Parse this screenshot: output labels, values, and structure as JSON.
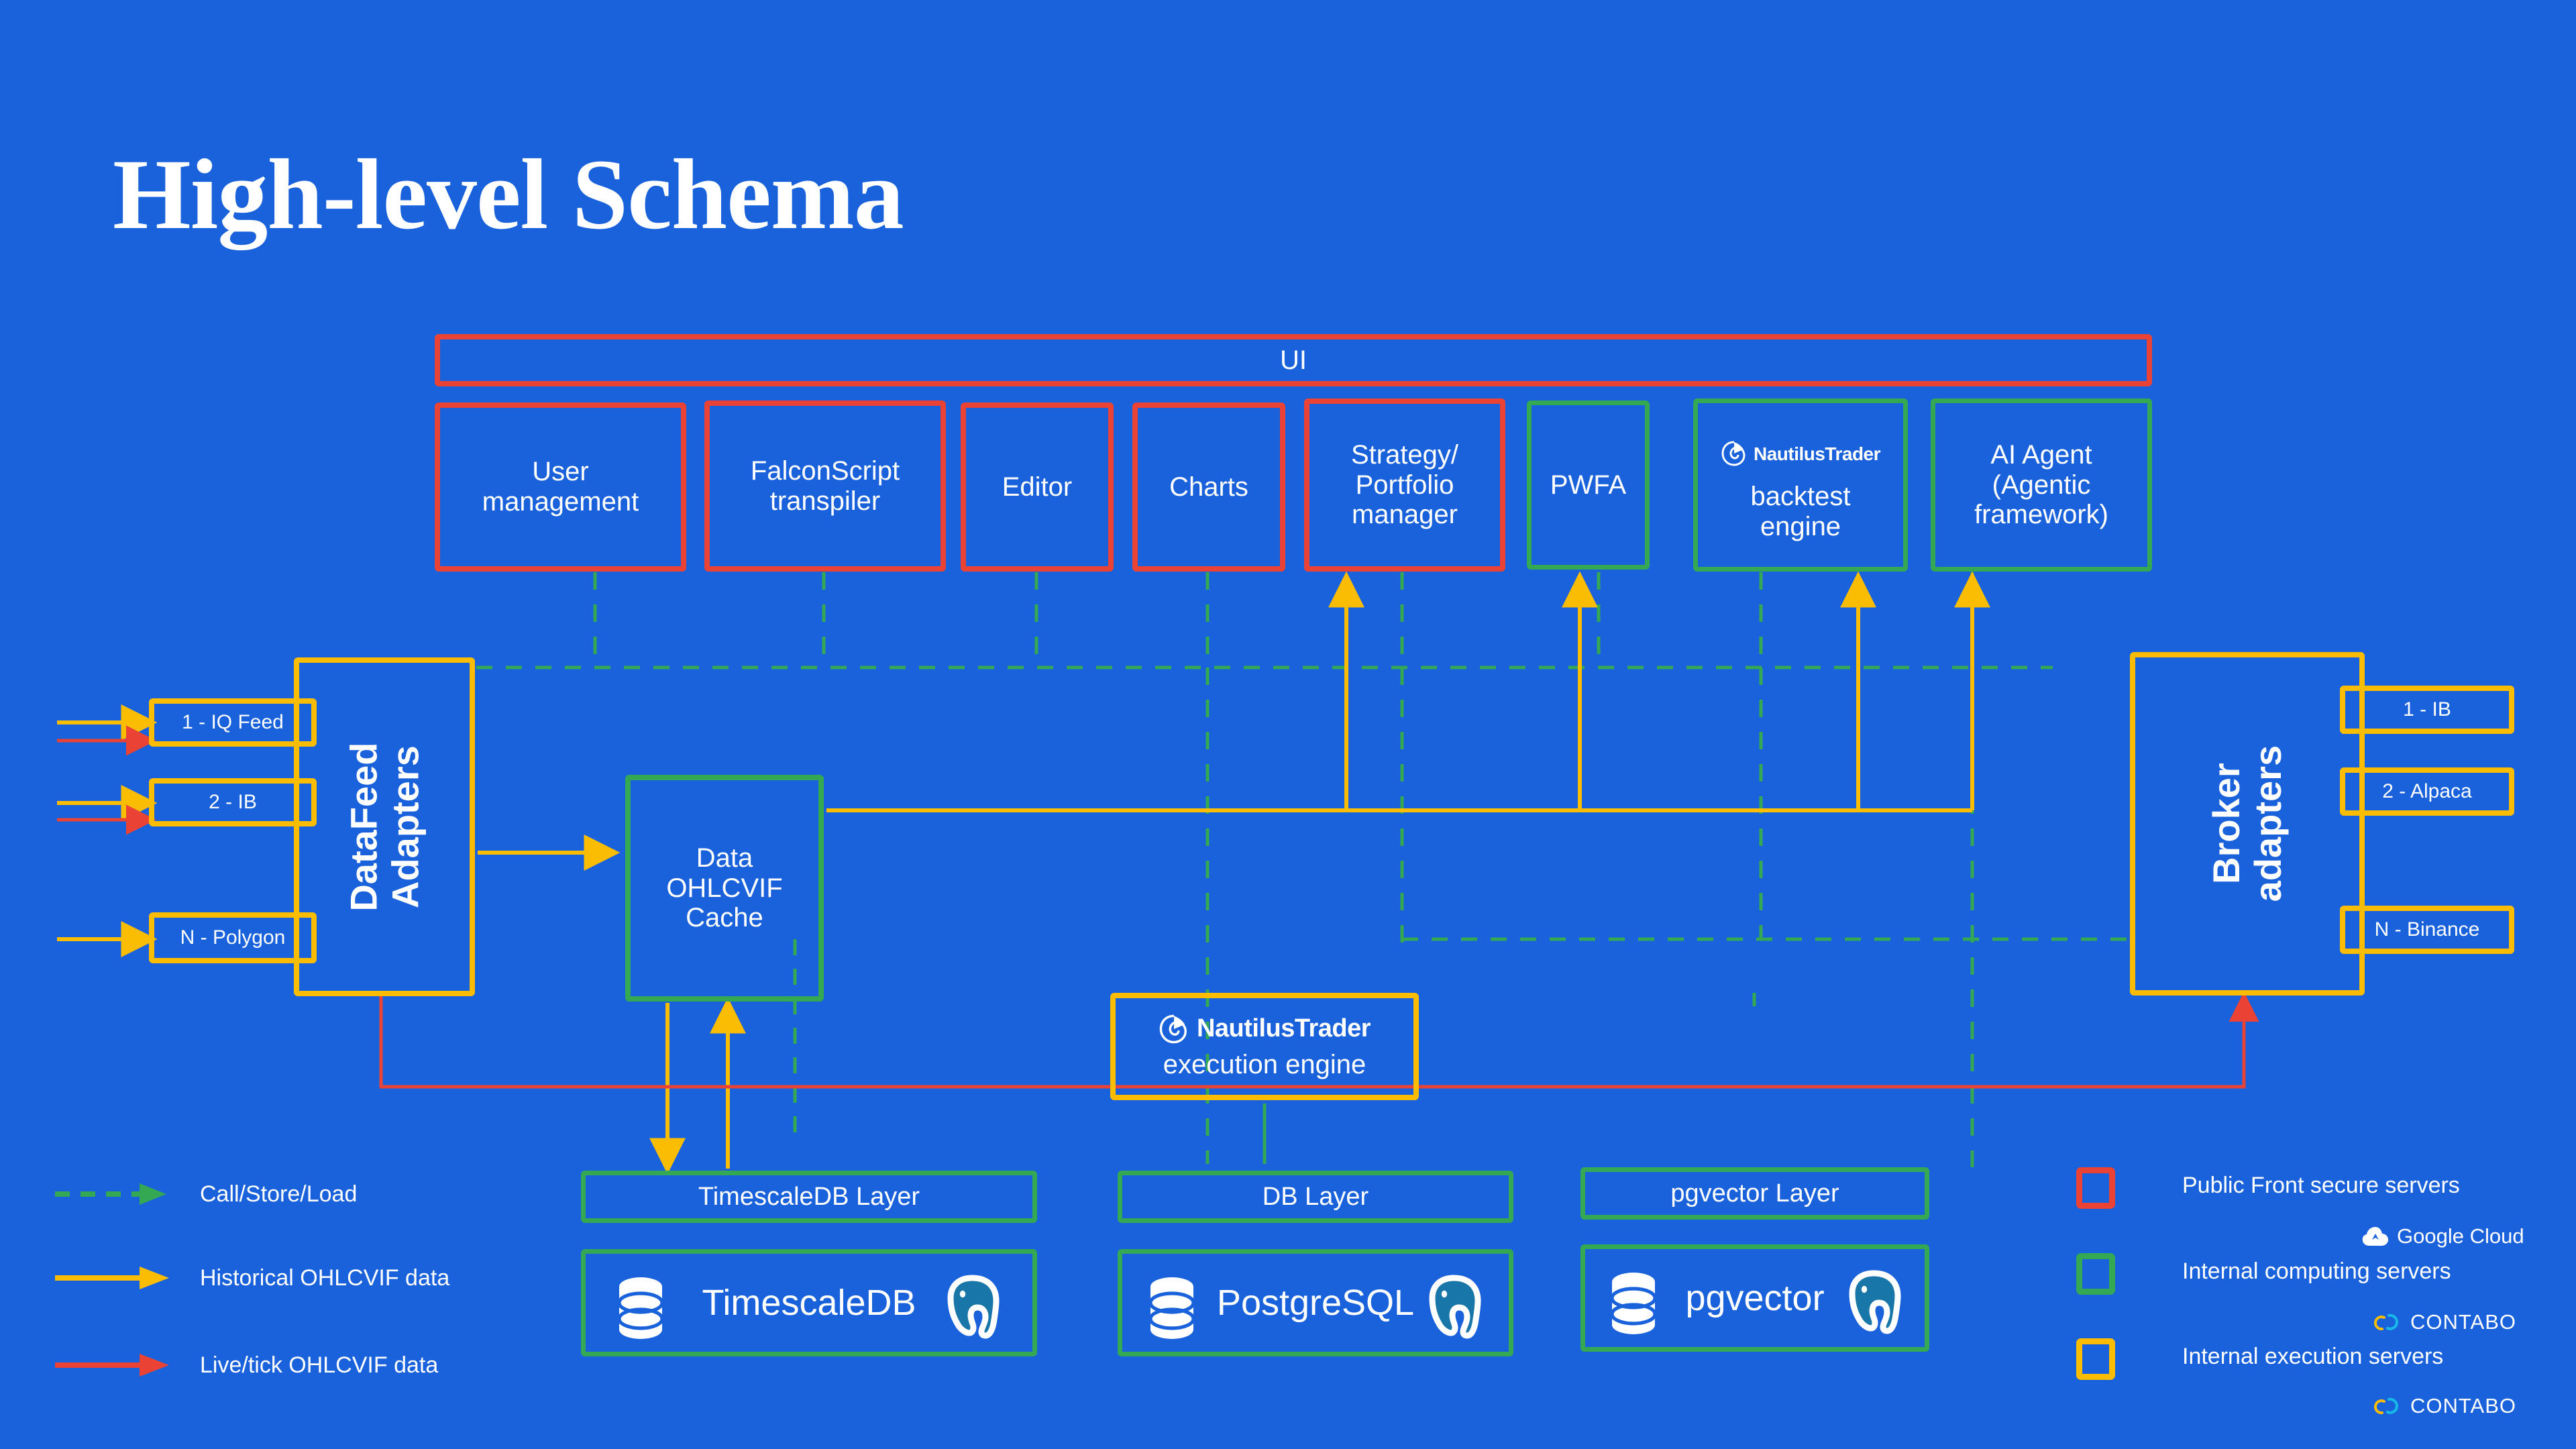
{
  "title": "High-level Schema",
  "colors": {
    "background": "#1A62DC",
    "public_front": "#EA4335",
    "internal_computing": "#34A853",
    "internal_execution": "#FBBC04",
    "call_store_load": "#34A853",
    "historical_data": "#FBBC04",
    "live_tick_data": "#EA4335"
  },
  "ui_bar": {
    "label": "UI"
  },
  "ui_modules": [
    {
      "label": "User\nmanagement",
      "color": "red"
    },
    {
      "label": "FalconScript\ntranspiler",
      "color": "red"
    },
    {
      "label": "Editor",
      "color": "red"
    },
    {
      "label": "Charts",
      "color": "red"
    },
    {
      "label": "Strategy/\nPortfolio\nmanager",
      "color": "red"
    },
    {
      "label": "PWFA",
      "color": "green"
    },
    {
      "label": "backtest\nengine",
      "color": "green",
      "logo": "nautilustrader-logo",
      "logo_text": "NautilusTrader"
    },
    {
      "label": "AI Agent\n(Agentic\nframework)",
      "color": "green"
    }
  ],
  "datafeed": {
    "title": "DataFeed\nAdapters",
    "items": [
      {
        "label": "1 - IQ Feed"
      },
      {
        "label": "2 - IB"
      },
      {
        "label": "N - Polygon"
      }
    ]
  },
  "broker": {
    "title": "Broker\nadapters",
    "items": [
      {
        "label": "1 - IB"
      },
      {
        "label": "2 - Alpaca"
      },
      {
        "label": "N - Binance"
      }
    ]
  },
  "cache": {
    "label": "Data\nOHLCVIF\nCache"
  },
  "execution_engine": {
    "logo_text": "NautilusTrader",
    "label": "execution engine"
  },
  "storage": [
    {
      "layer": "TimescaleDB Layer",
      "db": "TimescaleDB",
      "icon": "database-cylinder-icon",
      "logo": "postgresql-elephant-icon"
    },
    {
      "layer": "DB Layer",
      "db": "PostgreSQL",
      "icon": "database-cylinder-icon",
      "logo": "postgresql-elephant-icon"
    },
    {
      "layer": "pgvector Layer",
      "db": "pgvector",
      "icon": "database-cylinder-icon",
      "logo": "postgresql-elephant-icon"
    }
  ],
  "legend_lines": [
    {
      "label": "Call/Store/Load",
      "style": "dashed",
      "color": "#34A853"
    },
    {
      "label": "Historical OHLCVIF data",
      "style": "solid",
      "color": "#FBBC04"
    },
    {
      "label": "Live/tick  OHLCVIF data",
      "style": "solid",
      "color": "#EA4335"
    }
  ],
  "legend_servers": [
    {
      "label": "Public Front secure servers",
      "color": "#EA4335",
      "provider": "Google Cloud",
      "provider_icon": "google-cloud-icon"
    },
    {
      "label": "Internal computing servers",
      "color": "#34A853",
      "provider": "CONTABO",
      "provider_icon": "contabo-icon"
    },
    {
      "label": "Internal execution servers",
      "color": "#FBBC04",
      "provider": "CONTABO",
      "provider_icon": "contabo-icon"
    }
  ]
}
